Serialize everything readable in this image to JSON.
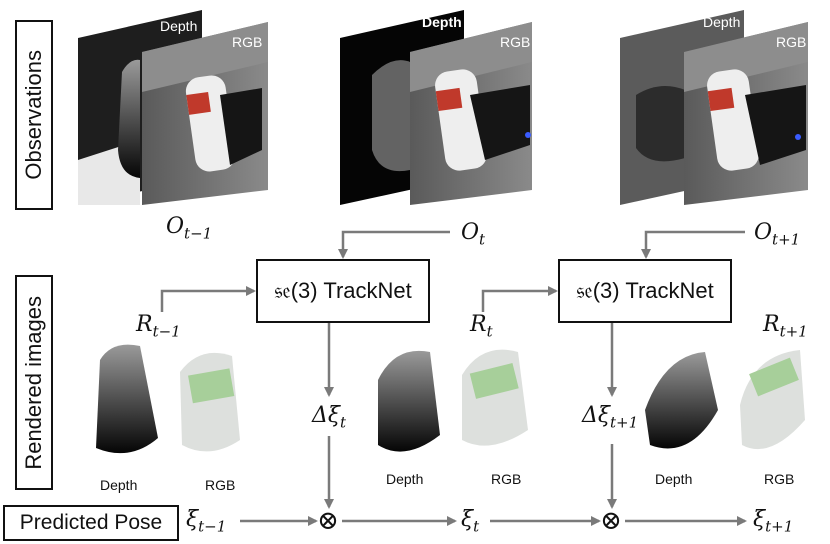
{
  "row_labels": {
    "observations": "Observations",
    "rendered": "Rendered images",
    "predicted": "Predicted Pose"
  },
  "observation_panels": [
    {
      "depth_label": "Depth",
      "rgb_label": "RGB"
    },
    {
      "depth_label": "Depth",
      "rgb_label": "RGB"
    },
    {
      "depth_label": "Depth",
      "rgb_label": "RGB"
    }
  ],
  "trackers": [
    {
      "label": "𝔰𝔢(3) TrackNet"
    },
    {
      "label": "𝔰𝔢(3) TrackNet"
    }
  ],
  "observations": [
    {
      "symbol": "O",
      "sub": "t−1"
    },
    {
      "symbol": "O",
      "sub": "t"
    },
    {
      "symbol": "O",
      "sub": "t+1"
    }
  ],
  "renders": [
    {
      "symbol": "R",
      "sub": "t−1",
      "depth_label": "Depth",
      "rgb_label": "RGB"
    },
    {
      "symbol": "R",
      "sub": "t",
      "depth_label": "Depth",
      "rgb_label": "RGB"
    },
    {
      "symbol": "R",
      "sub": "t+1",
      "depth_label": "Depth",
      "rgb_label": "RGB"
    }
  ],
  "deltas": [
    {
      "symbol": "Δξ",
      "sub": "t"
    },
    {
      "symbol": "Δξ",
      "sub": "t+1"
    }
  ],
  "poses": [
    {
      "symbol": "ξ",
      "sub": "t−1"
    },
    {
      "symbol": "ξ",
      "sub": "t"
    },
    {
      "symbol": "ξ",
      "sub": "t+1"
    }
  ],
  "operator": "⊗",
  "colors": {
    "arrow": "#7a7a7a",
    "border": "#111111",
    "bottle_label": "#4caf50"
  }
}
